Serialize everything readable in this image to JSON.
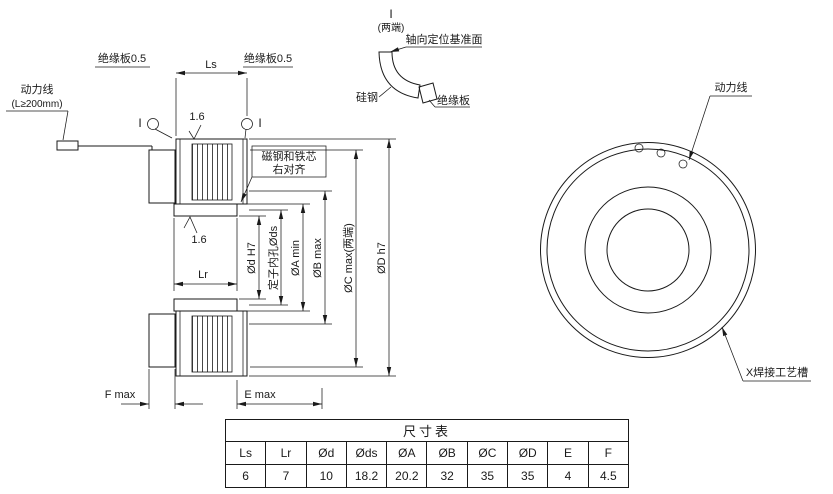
{
  "section_view": {
    "power_line": "动力线",
    "power_line_note": "(L≥200mm)",
    "insulation_left": "绝缘板0.5",
    "insulation_right": "绝缘板0.5",
    "dim_ls": "Ls",
    "dim_lr": "Lr",
    "marker_left": "I",
    "marker_right": "I",
    "roughness_top": "1.6",
    "roughness_mid": "1.6",
    "note_line1": "磁钢和铁芯",
    "note_line2": "右对齐",
    "dim_d": "Ød H7",
    "dim_ds": "定子内孔Øds",
    "dim_a": "ØA min",
    "dim_b": "ØB max",
    "dim_c": "ØC max(两端)",
    "dim_dd": "ØD h7",
    "dim_f": "F max",
    "dim_e": "E max"
  },
  "detail_view": {
    "marker": "I",
    "marker_note": "(两端)",
    "datum_label": "轴向定位基准面",
    "silicon_steel": "硅钢",
    "insulation": "绝缘板"
  },
  "front_view": {
    "power_line": "动力线",
    "weld_groove": "X焊接工艺槽"
  },
  "dim_table": {
    "title": "尺寸表",
    "headers": [
      "Ls",
      "Lr",
      "Ød",
      "Øds",
      "ØA",
      "ØB",
      "ØC",
      "ØD",
      "E",
      "F"
    ],
    "values": [
      "6",
      "7",
      "10",
      "18.2",
      "20.2",
      "32",
      "35",
      "35",
      "4",
      "4.5"
    ]
  }
}
